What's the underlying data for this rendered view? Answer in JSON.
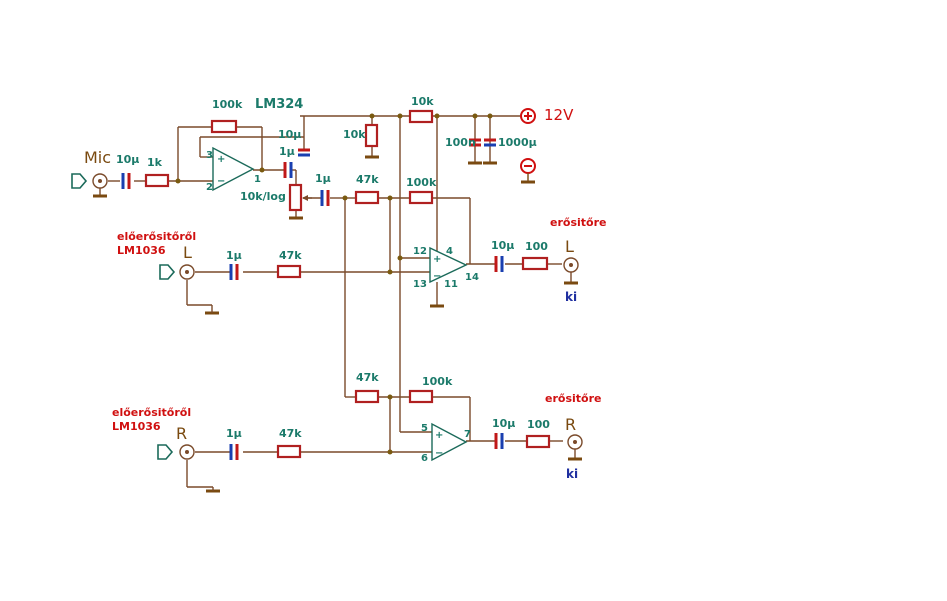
{
  "title": "LM324",
  "supply": {
    "positive": "12V"
  },
  "inputs": {
    "mic": "Mic",
    "left_source": "előerősitőről",
    "left_chip": "LM1036",
    "left_channel": "L",
    "right_source": "előerősitőről",
    "right_chip": "LM1036",
    "right_channel": "R"
  },
  "outputs": {
    "left_dest": "erősitőre",
    "left_channel": "L",
    "left_ki": "ki",
    "right_dest": "erősitőre",
    "right_channel": "R",
    "right_ki": "ki"
  },
  "components": {
    "c_mic": "10µ",
    "r_mic": "1k",
    "r_fb_pre": "100k",
    "c_pre_bias": "10µ",
    "r_bias": "10k",
    "r_supply": "10k",
    "c_100n": "100n",
    "c_1000u": "1000µ",
    "c_pre_out": "1µ",
    "pot": "10k/log",
    "c_mix": "1µ",
    "r_mix_l": "47k",
    "r_fb_l": "100k",
    "c_in_l": "1µ",
    "r_in_l": "47k",
    "c_out_l": "10µ",
    "r_out_l": "100",
    "r_mix_r": "47k",
    "r_fb_r": "100k",
    "c_in_r": "1µ",
    "r_in_r": "47k",
    "c_out_r": "10µ",
    "r_out_r": "100"
  },
  "pins": {
    "u1_in_p": "3",
    "u1_in_n": "2",
    "u1_out": "1",
    "u2_in_p": "12",
    "u2_in_n": "13",
    "u2_vcc": "4",
    "u2_gnd": "11",
    "u2_out": "14",
    "u3_in_p": "5",
    "u3_in_n": "6",
    "u3_out": "7"
  },
  "colors": {
    "wire": "#7a4a2a",
    "resistor": "#b02020",
    "capacitor": "#1a3fb0",
    "label": "#1b7a6a",
    "annotation": "#d01010"
  }
}
